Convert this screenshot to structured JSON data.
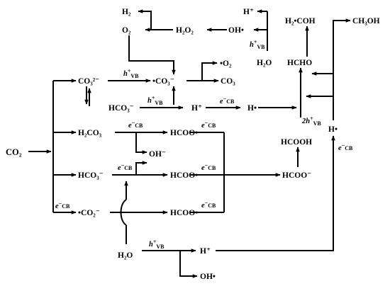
{
  "diagram": {
    "species": {
      "co2": "CO₂",
      "co3_2m": "CO₃²⁻",
      "co3_rad": "•CO₃⁻",
      "o2_rad": "•O₂",
      "co3": "CO₃",
      "h2": "H₂",
      "o2": "O₂",
      "h2o2": "H₂O₂",
      "oh_rad_top": "OH•",
      "hplus_top": "H⁺",
      "h2o_top": "H₂O",
      "h2coh": "H₂•COH",
      "ch3oh": "CH₃OH",
      "hcho": "HCHO",
      "hcooh": "HCOOH",
      "hco3_a": "HCO₃⁻",
      "hplus_mid": "H⁺",
      "h_rad_mid": "H•",
      "h2co3": "H₂CO₃",
      "hcoo_rad_1": "HCOO•",
      "oh_minus": "OH⁻",
      "hco3_b": "HCO₃⁻",
      "hcoo_rad_2": "HCOO•",
      "hcoo_minus": "HCOO⁻",
      "co2_rad": "•CO₂⁻",
      "hcoo_rad_3": "HCOO•",
      "h_rad_right": "H•",
      "h2o_bottom": "H₂O",
      "hplus_bottom": "H⁺",
      "oh_rad_bottom": "OH•"
    },
    "annotations": {
      "h_vb": "h",
      "h_vb_sup": "+",
      "h_vb_sub": "VB",
      "e_cb": "e",
      "e_cb_sup": "−",
      "e_cb_sub": "CB",
      "two_h_vb": "2h"
    }
  }
}
